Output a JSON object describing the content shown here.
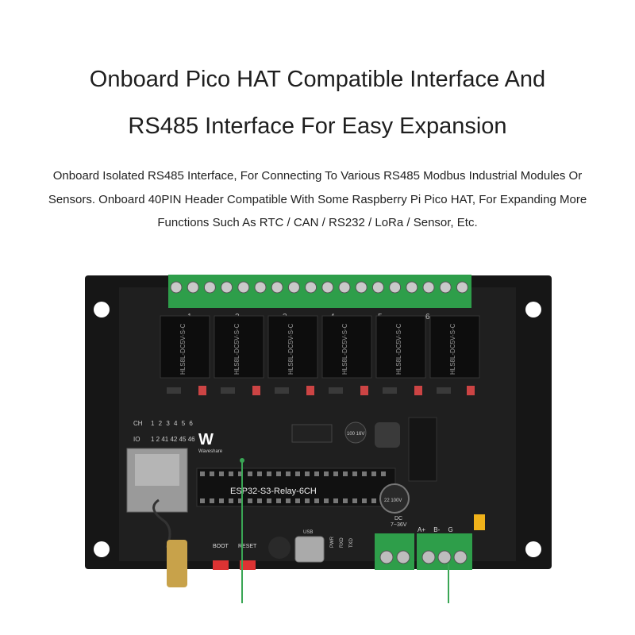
{
  "heading": {
    "line1": "Onboard Pico HAT Compatible Interface And",
    "line2": "RS485 Interface For Easy Expansion"
  },
  "description": {
    "line1": "Onboard Isolated RS485 Interface, For Connecting To Various RS485 Modbus Industrial Modules Or",
    "line2": "Sensors. Onboard 40PIN Header Compatible With Some Raspberry Pi Pico HAT, For Expanding More",
    "line3": "Functions Such As RTC / CAN / RS232 / LoRa / Sensor, Etc."
  },
  "board": {
    "name": "ESP32-S3-Relay-6CH",
    "brand": "Waveshare",
    "ch_label": "CH",
    "ch_numbers": "1 2 3 4 5 6",
    "io_label": "IO",
    "io_numbers": "1 2 41 42 45 46",
    "relay_text": "HLS8L-DC5V-S-C",
    "relay_numbers": [
      "1",
      "2",
      "3",
      "4",
      "5",
      "6"
    ],
    "dc_label": "DC",
    "dc_range": "7~36V",
    "rs485_pins": "A+ B- G",
    "cap_text": "100 16V",
    "cap2_text": "22 100V",
    "buttons": {
      "boot": "BOOT",
      "reset": "RESET"
    },
    "usb_label": "USB",
    "leds": [
      "PWR",
      "RXD",
      "TXD"
    ]
  },
  "colors": {
    "board": "#1a1a1a",
    "terminal": "#2e9e4a",
    "callout": "#3aa655"
  }
}
